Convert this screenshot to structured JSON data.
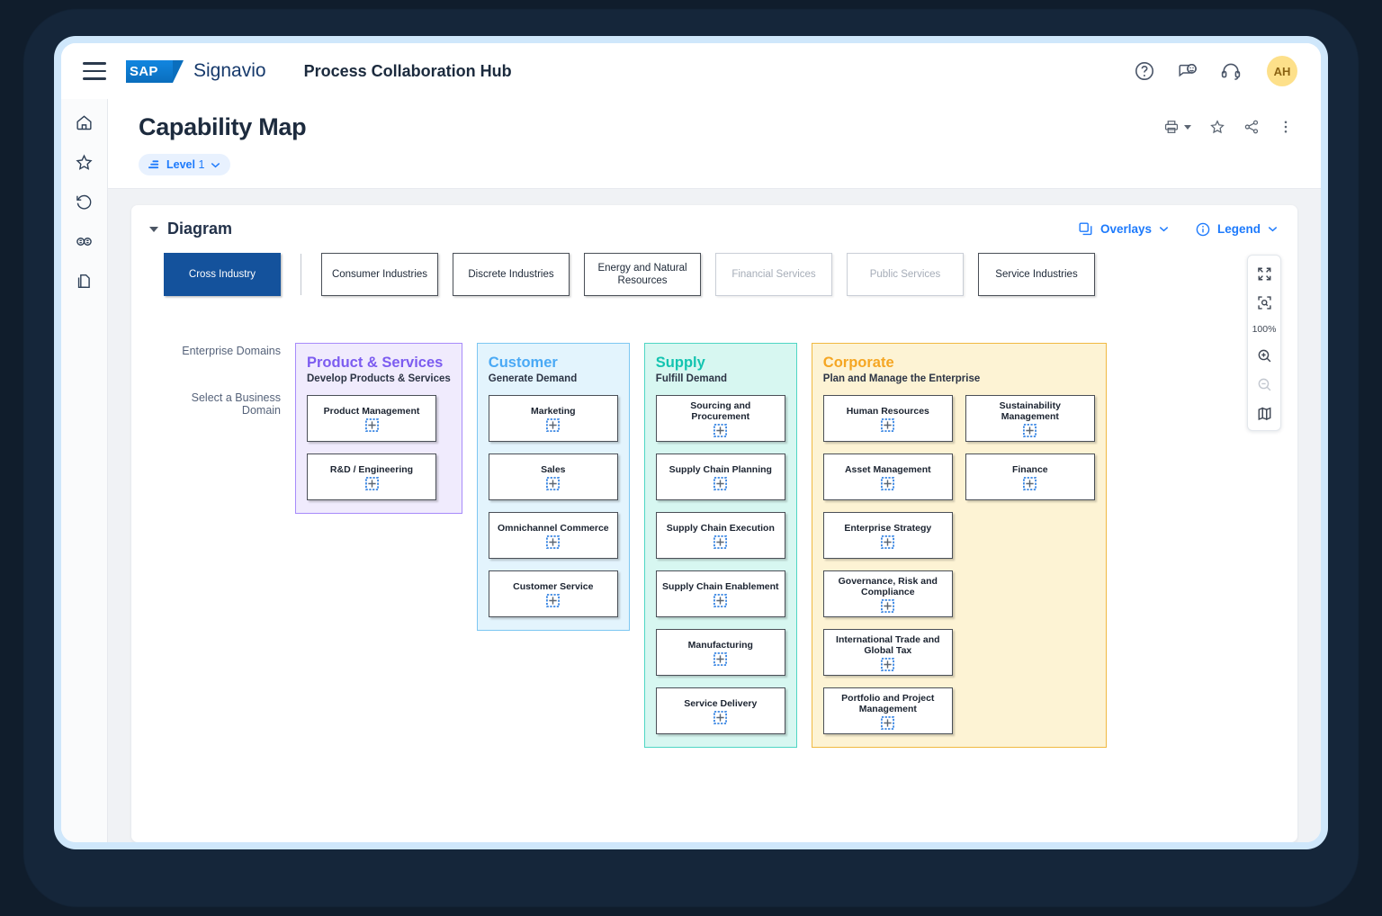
{
  "topbar": {
    "menu_icon": "hamburger-icon",
    "logo_mark": "SAP",
    "logo_word": "Signavio",
    "app_title": "Process Collaboration Hub",
    "icons": [
      {
        "name": "help-icon",
        "label": "Help"
      },
      {
        "name": "feedback-icon",
        "label": "Feedback"
      },
      {
        "name": "support-headset-icon",
        "label": "Support"
      }
    ],
    "avatar_initials": "AH"
  },
  "sidebar": {
    "items": [
      {
        "name": "home-icon",
        "label": "Home"
      },
      {
        "name": "favorites-star-icon",
        "label": "Favorites"
      },
      {
        "name": "history-icon",
        "label": "Recent"
      },
      {
        "name": "glossary-icon",
        "label": "Glossary"
      },
      {
        "name": "collections-icon",
        "label": "Collections"
      }
    ]
  },
  "page": {
    "title": "Capability Map",
    "actions": [
      {
        "name": "print-icon",
        "label": "Print"
      },
      {
        "name": "favorite-star-icon",
        "label": "Add to favorites"
      },
      {
        "name": "share-icon",
        "label": "Share"
      },
      {
        "name": "more-options-icon",
        "label": "More"
      }
    ],
    "level_filter": {
      "label": "Level",
      "value": "1",
      "icon": "level-bars-icon"
    }
  },
  "diagram_panel": {
    "title": "Diagram",
    "overlays_label": "Overlays",
    "legend_label": "Legend"
  },
  "industries": [
    {
      "label": "Cross Industry",
      "state": "selected"
    },
    {
      "label": "Consumer Industries",
      "state": "enabled"
    },
    {
      "label": "Discrete Industries",
      "state": "enabled"
    },
    {
      "label": "Energy and Natural Resources",
      "state": "enabled"
    },
    {
      "label": "Financial Services",
      "state": "disabled"
    },
    {
      "label": "Public Services",
      "state": "disabled"
    },
    {
      "label": "Service Industries",
      "state": "enabled"
    }
  ],
  "side_labels": {
    "enterprise_domains": "Enterprise Domains",
    "select_business_domain": "Select a Business Domain"
  },
  "colors": {
    "selected_tab": "#14529c",
    "accent_blue": "#1d7afc",
    "product_services_title": "#7c5cf0",
    "product_services_bg": "#f0ebfd",
    "product_services_border": "#a78bfa",
    "customer_title": "#49a9f5",
    "customer_bg": "#e3f4fd",
    "customer_border": "#7dc7f2",
    "supply_title": "#13c4b0",
    "supply_bg": "#d7f7f1",
    "supply_border": "#4fd6c4",
    "corporate_title": "#f5a623",
    "corporate_bg": "#fdf3d4",
    "corporate_border": "#f0b941",
    "avatar_bg": "#fde08a"
  },
  "capability_map": {
    "groups": [
      {
        "key": "product_services",
        "title": "Product & Services",
        "subtitle": "Develop Products & Services",
        "columns": [
          [
            "Product Management",
            "R&D / Engineering"
          ]
        ]
      },
      {
        "key": "customer",
        "title": "Customer",
        "subtitle": "Generate Demand",
        "columns": [
          [
            "Marketing",
            "Sales",
            "Omnichannel Commerce",
            "Customer Service"
          ]
        ]
      },
      {
        "key": "supply",
        "title": "Supply",
        "subtitle": "Fulfill Demand",
        "columns": [
          [
            "Sourcing and Procurement",
            "Supply Chain Planning",
            "Supply Chain Execution",
            "Supply Chain Enablement",
            "Manufacturing",
            "Service Delivery"
          ]
        ]
      },
      {
        "key": "corporate",
        "title": "Corporate",
        "subtitle": "Plan and Manage the Enterprise",
        "columns": [
          [
            "Human Resources",
            "Asset Management",
            "Enterprise Strategy",
            "Governance, Risk and Compliance",
            "International Trade and Global Tax",
            "Portfolio and Project Management"
          ],
          [
            "Sustainability Management",
            "Finance"
          ]
        ]
      }
    ]
  },
  "zoom_tools": {
    "zoom_level": "100%",
    "buttons": [
      {
        "name": "fullscreen-icon",
        "state": "enabled"
      },
      {
        "name": "fit-to-screen-icon",
        "state": "enabled"
      },
      {
        "name": "zoom-in-icon",
        "state": "enabled"
      },
      {
        "name": "zoom-out-icon",
        "state": "disabled"
      },
      {
        "name": "minimap-icon",
        "state": "enabled"
      }
    ]
  }
}
